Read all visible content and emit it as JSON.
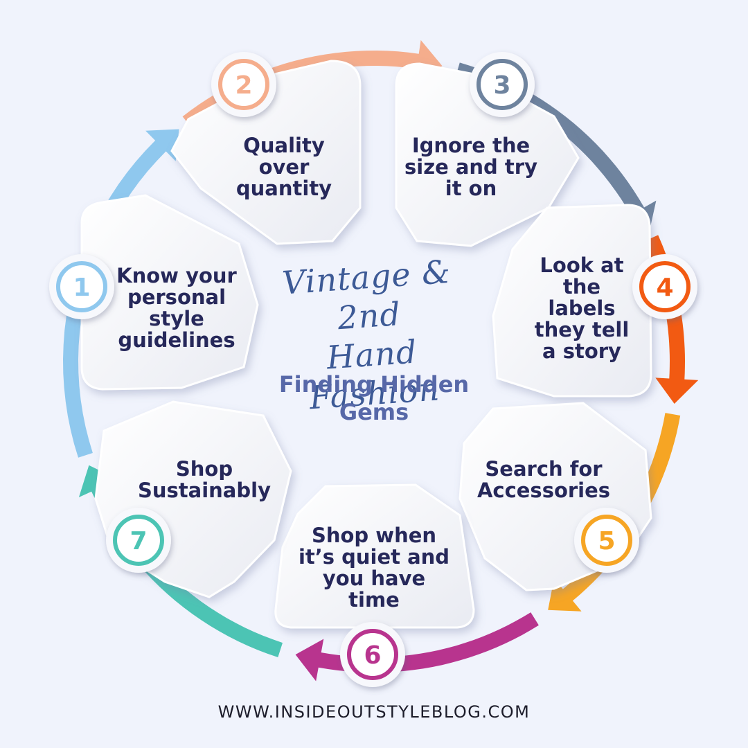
{
  "center": {
    "script_title": "Vintage & 2nd\nHand Fashion",
    "subtitle": "Finding Hidden\nGems"
  },
  "steps": [
    {
      "number": "1",
      "text": "Know your\npersonal\nstyle\nguidelines",
      "color": "#8fc8ee"
    },
    {
      "number": "2",
      "text": "Quality\nover\nquantity",
      "color": "#f5ad8c"
    },
    {
      "number": "3",
      "text": "Ignore the\nsize and try\nit on",
      "color": "#6e839e"
    },
    {
      "number": "4",
      "text": "Look at\nthe\nlabels\nthey tell\na story",
      "color": "#f25a12"
    },
    {
      "number": "5",
      "text": "Search for\nAccessories",
      "color": "#f6a524"
    },
    {
      "number": "6",
      "text": "Shop when\nit’s quiet and\nyou have\ntime",
      "color": "#b8348e"
    },
    {
      "number": "7",
      "text": "Shop\nSustainably",
      "color": "#4cc4b4"
    }
  ],
  "footer": {
    "url": "WWW.INSIDEOUTSTYLEBLOG.COM"
  },
  "colors": {
    "background": "#f0f3fc",
    "text_dark": "#26285a",
    "title_blue": "#3d5a96",
    "subtitle_blue": "#5768a8"
  }
}
